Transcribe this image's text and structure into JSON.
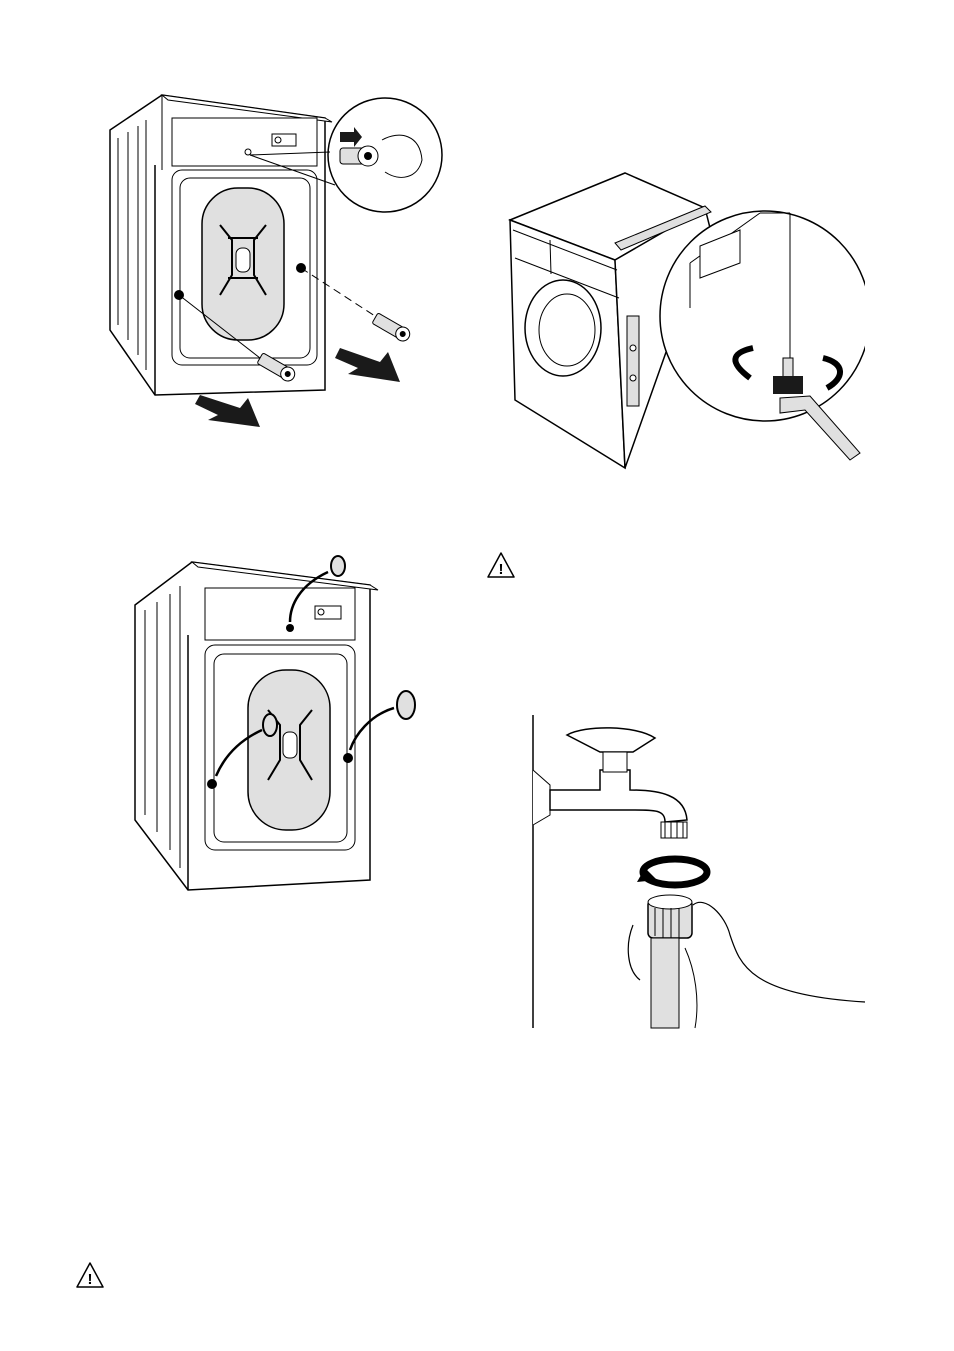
{
  "page": {
    "figures": [
      {
        "id": "remove-transit-bolts",
        "icon": "washing-machine-rear-transit-bolts"
      },
      {
        "id": "level-appliance",
        "icon": "washing-machine-level-adjust-feet"
      },
      {
        "id": "fit-plastic-caps",
        "icon": "washing-machine-rear-caps"
      },
      {
        "id": "connect-inlet-hose",
        "icon": "tap-hose-connection"
      }
    ],
    "warnings": [
      {
        "icon": "warning-triangle-icon",
        "symbol": "!"
      },
      {
        "icon": "warning-triangle-icon",
        "symbol": "!"
      }
    ]
  },
  "colors": {
    "line": "#000000",
    "fill_grey": "#e0e0e0",
    "arrow_dark": "#1a1a1a",
    "background": "#ffffff"
  }
}
